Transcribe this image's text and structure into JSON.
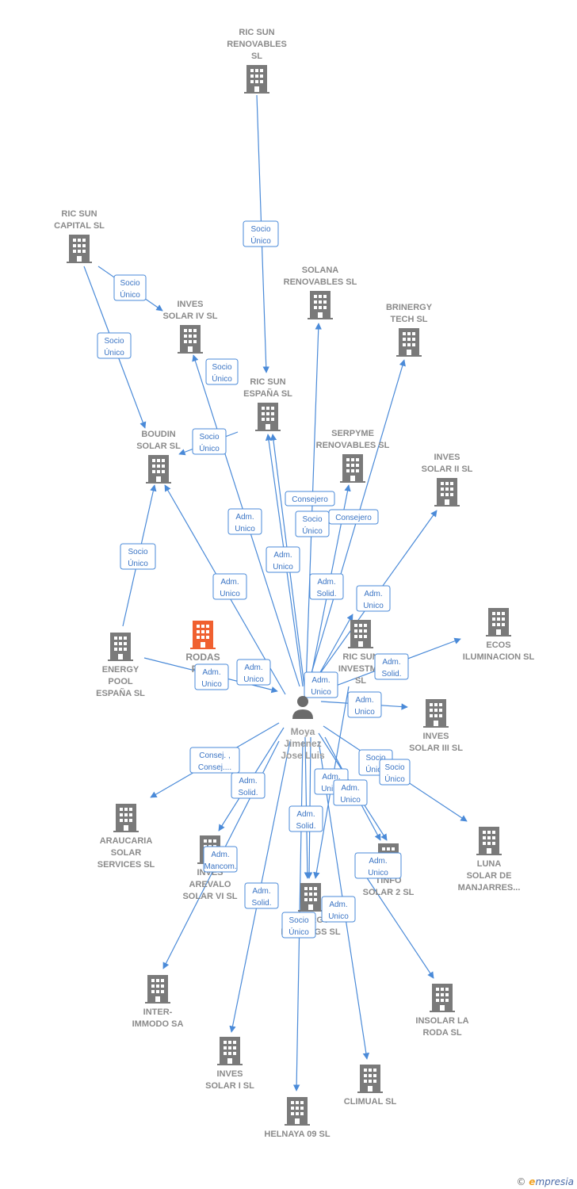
{
  "person": {
    "name_lines": [
      "Moya",
      "Jimenez",
      "Jose Luis"
    ]
  },
  "nodes": [
    {
      "id": "ricsun_renov",
      "lines": [
        "RIC SUN",
        "RENOVABLES",
        "SL"
      ]
    },
    {
      "id": "ricsun_capital",
      "lines": [
        "RIC SUN",
        "CAPITAL  SL"
      ]
    },
    {
      "id": "solana",
      "lines": [
        "SOLANA",
        "RENOVABLES SL"
      ]
    },
    {
      "id": "inves_iv",
      "lines": [
        "INVES",
        "SOLAR IV SL"
      ]
    },
    {
      "id": "brinergy",
      "lines": [
        "BRINERGY",
        "TECH  SL"
      ]
    },
    {
      "id": "ricsun_espana",
      "lines": [
        "RIC SUN",
        "ESPAÑA  SL"
      ]
    },
    {
      "id": "boudin",
      "lines": [
        "BOUDIN",
        "SOLAR SL"
      ]
    },
    {
      "id": "serpyme",
      "lines": [
        "SERPYME",
        "RENOVABLES SL"
      ]
    },
    {
      "id": "inves_ii",
      "lines": [
        "INVES",
        "SOLAR II SL"
      ]
    },
    {
      "id": "energy_pool",
      "lines": [
        "ENERGY",
        "POOL",
        "ESPAÑA  SL"
      ]
    },
    {
      "id": "rodas",
      "lines": [
        "RODAS",
        "POW"
      ],
      "highlight": true
    },
    {
      "id": "ricsun_invest",
      "lines": [
        "RIC SUN",
        "INVESTME",
        "SL"
      ]
    },
    {
      "id": "ecos",
      "lines": [
        "ECOS",
        "ILUMINACION SL"
      ]
    },
    {
      "id": "inves_iii",
      "lines": [
        "INVES",
        "SOLAR III SL"
      ]
    },
    {
      "id": "araucaria",
      "lines": [
        "ARAUCARIA",
        "SOLAR",
        "SERVICES SL"
      ]
    },
    {
      "id": "inves_arevalo",
      "lines": [
        "INVES",
        "AREVALO",
        "SOLAR VI SL"
      ]
    },
    {
      "id": "energy_holdings",
      "lines": [
        "ENERGY",
        "HOLDINGS  SL"
      ]
    },
    {
      "id": "tinfo",
      "lines": [
        "TINFO",
        "SOLAR 2 SL"
      ]
    },
    {
      "id": "luna",
      "lines": [
        "LUNA",
        "SOLAR DE",
        "MANJARRES..."
      ]
    },
    {
      "id": "inter_immodo",
      "lines": [
        "INTER-",
        "IMMODO SA"
      ]
    },
    {
      "id": "insolar",
      "lines": [
        "INSOLAR LA",
        "RODA  SL"
      ]
    },
    {
      "id": "inves_i",
      "lines": [
        "INVES",
        "SOLAR I SL"
      ]
    },
    {
      "id": "climual",
      "lines": [
        "CLIMUAL SL"
      ]
    },
    {
      "id": "helnaya",
      "lines": [
        "HELNAYA 09 SL"
      ]
    }
  ],
  "edge_labels": [
    {
      "lines": [
        "Socio",
        "Único"
      ]
    },
    {
      "lines": [
        "Socio",
        "Único"
      ]
    },
    {
      "lines": [
        "Socio",
        "Único"
      ]
    },
    {
      "lines": [
        "Socio",
        "Único"
      ]
    },
    {
      "lines": [
        "Socio",
        "Único"
      ]
    },
    {
      "lines": [
        "Socio",
        "Único"
      ]
    },
    {
      "lines": [
        "Adm.",
        "Unico"
      ]
    },
    {
      "lines": [
        "Consejero"
      ]
    },
    {
      "lines": [
        "Socio",
        "Único"
      ]
    },
    {
      "lines": [
        "Consejero"
      ]
    },
    {
      "lines": [
        "Adm.",
        "Unico"
      ]
    },
    {
      "lines": [
        "Adm.",
        "Unico"
      ]
    },
    {
      "lines": [
        "Adm.",
        "Solid."
      ]
    },
    {
      "lines": [
        "Adm.",
        "Unico"
      ]
    },
    {
      "lines": [
        "Adm.",
        "Unico"
      ]
    },
    {
      "lines": [
        "Adm.",
        "Unico"
      ]
    },
    {
      "lines": [
        "Adm.",
        "Solid."
      ]
    },
    {
      "lines": [
        "Adm.",
        "Unico"
      ]
    },
    {
      "lines": [
        "Adm.",
        "Unico"
      ]
    },
    {
      "lines": [
        "Consej. ,",
        "Consej...."
      ]
    },
    {
      "lines": [
        "Adm.",
        "Solid."
      ]
    },
    {
      "lines": [
        "Socio",
        "Único"
      ]
    },
    {
      "lines": [
        "Socio",
        "Único"
      ]
    },
    {
      "lines": [
        "Adm.",
        "Unico"
      ]
    },
    {
      "lines": [
        "Adm.",
        "Unico"
      ]
    },
    {
      "lines": [
        "Adm.",
        "Solid."
      ]
    },
    {
      "lines": [
        "Adm.",
        "Mancom."
      ]
    },
    {
      "lines": [
        "Adm.",
        "Unico"
      ]
    },
    {
      "lines": [
        "Adm.",
        "Solid."
      ]
    },
    {
      "lines": [
        "Adm.",
        "Unico"
      ]
    },
    {
      "lines": [
        "Socio",
        "Único"
      ]
    }
  ],
  "footer": {
    "copyright": "©",
    "brand_initial": "e",
    "brand_rest": "mpresia"
  },
  "colors": {
    "edge": "#4a8ad8",
    "building": "#7a7a7a",
    "highlight": "#f06030",
    "label": "#8a8a8a"
  }
}
